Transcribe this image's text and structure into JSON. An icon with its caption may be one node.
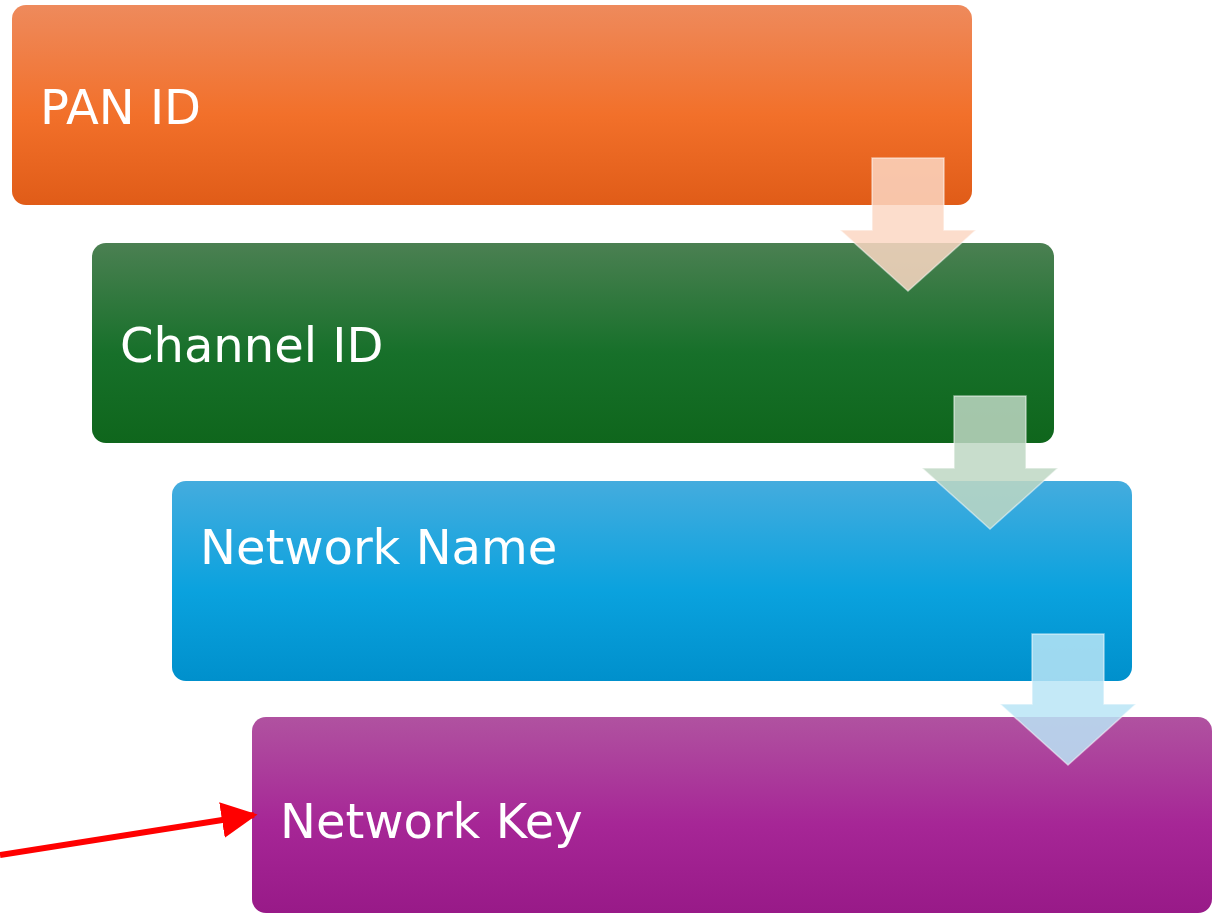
{
  "diagram": {
    "nodes": [
      {
        "text": [
          "PAN ID"
        ]
      },
      {
        "text": [
          "Channel ID"
        ]
      },
      {
        "text": [
          "Network Name"
        ]
      },
      {
        "text": [
          "Network Key"
        ]
      }
    ],
    "edges": [
      {
        "from": 0,
        "to": 1,
        "arrow": "to"
      },
      {
        "from": 1,
        "to": 2,
        "arrow": "to"
      },
      {
        "from": 2,
        "to": 3,
        "arrow": "to"
      },
      {
        "from": null,
        "to": 3,
        "arrow": "to",
        "color": "#ff0000"
      }
    ]
  }
}
